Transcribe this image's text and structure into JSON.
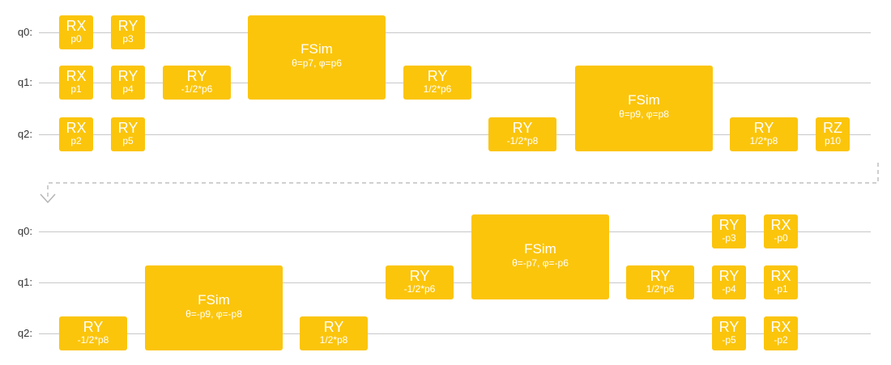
{
  "colors": {
    "gate": "#fbc50c",
    "wire": "#c8c8c8",
    "arrow": "#b5b5b5",
    "label": "#333333"
  },
  "sections": [
    {
      "qubits": [
        "q0:",
        "q1:",
        "q2:"
      ],
      "gates": [
        {
          "name": "RX",
          "param": "p0",
          "qubits": [
            0
          ],
          "col": 0
        },
        {
          "name": "RY",
          "param": "p3",
          "qubits": [
            0
          ],
          "col": 1
        },
        {
          "name": "RX",
          "param": "p1",
          "qubits": [
            1
          ],
          "col": 0
        },
        {
          "name": "RY",
          "param": "p4",
          "qubits": [
            1
          ],
          "col": 1
        },
        {
          "name": "RX",
          "param": "p2",
          "qubits": [
            2
          ],
          "col": 0
        },
        {
          "name": "RY",
          "param": "p5",
          "qubits": [
            2
          ],
          "col": 1
        },
        {
          "name": "RY",
          "param": "-1/2*p6",
          "qubits": [
            1
          ],
          "col": 2
        },
        {
          "name": "FSim",
          "param": "θ=p7, φ=p6",
          "qubits": [
            0,
            1
          ],
          "col": 3
        },
        {
          "name": "RY",
          "param": "1/2*p6",
          "qubits": [
            1
          ],
          "col": 4
        },
        {
          "name": "RY",
          "param": "-1/2*p8",
          "qubits": [
            2
          ],
          "col": 5
        },
        {
          "name": "FSim",
          "param": "θ=p9, φ=p8",
          "qubits": [
            1,
            2
          ],
          "col": 6
        },
        {
          "name": "RY",
          "param": "1/2*p8",
          "qubits": [
            2
          ],
          "col": 7
        },
        {
          "name": "RZ",
          "param": "p10",
          "qubits": [
            2
          ],
          "col": 8
        }
      ]
    },
    {
      "qubits": [
        "q0:",
        "q1:",
        "q2:"
      ],
      "gates": [
        {
          "name": "RY",
          "param": "-1/2*p8",
          "qubits": [
            2
          ],
          "col": 0
        },
        {
          "name": "FSim",
          "param": "θ=-p9, φ=-p8",
          "qubits": [
            1,
            2
          ],
          "col": 1
        },
        {
          "name": "RY",
          "param": "1/2*p8",
          "qubits": [
            2
          ],
          "col": 2
        },
        {
          "name": "RY",
          "param": "-1/2*p6",
          "qubits": [
            1
          ],
          "col": 3
        },
        {
          "name": "FSim",
          "param": "θ=-p7, φ=-p6",
          "qubits": [
            0,
            1
          ],
          "col": 4
        },
        {
          "name": "RY",
          "param": "1/2*p6",
          "qubits": [
            1
          ],
          "col": 5
        },
        {
          "name": "RY",
          "param": "-p3",
          "qubits": [
            0
          ],
          "col": 6
        },
        {
          "name": "RX",
          "param": "-p0",
          "qubits": [
            0
          ],
          "col": 7
        },
        {
          "name": "RY",
          "param": "-p4",
          "qubits": [
            1
          ],
          "col": 6
        },
        {
          "name": "RX",
          "param": "-p1",
          "qubits": [
            1
          ],
          "col": 7
        },
        {
          "name": "RY",
          "param": "-p5",
          "qubits": [
            2
          ],
          "col": 6
        },
        {
          "name": "RX",
          "param": "-p2",
          "qubits": [
            2
          ],
          "col": 7
        }
      ]
    }
  ]
}
